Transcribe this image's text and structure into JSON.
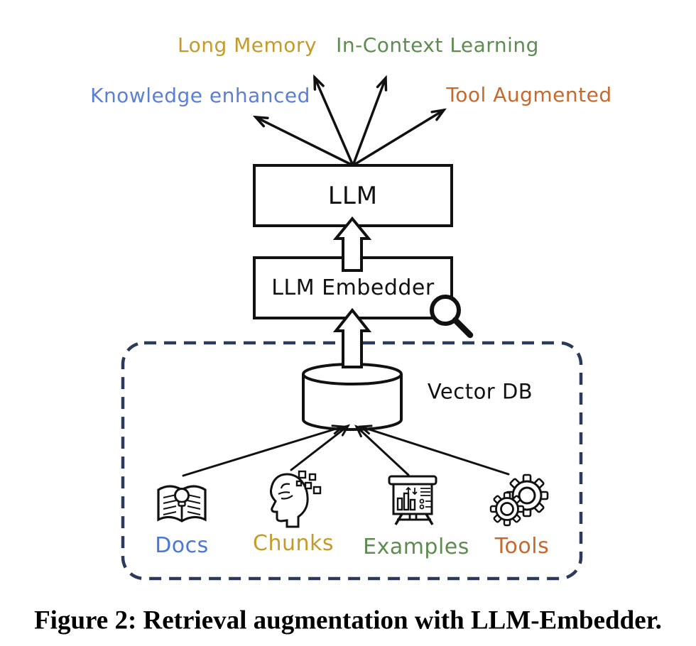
{
  "figure": {
    "top_labels": [
      {
        "text": "Long Memory",
        "color": "#C49B2A"
      },
      {
        "text": "In-Context Learning",
        "color": "#5E8C50"
      },
      {
        "text": "Knowledge enhanced",
        "color": "#5C7FD6"
      },
      {
        "text": "Tool Augmented",
        "color": "#C7682C"
      }
    ],
    "llm_box_label": "LLM",
    "embedder_box_label": "LLM Embedder",
    "vector_db_label": "Vector DB",
    "sources": [
      {
        "label": "Docs",
        "color": "#4B78D8",
        "icon": "book-lightbulb-icon"
      },
      {
        "label": "Chunks",
        "color": "#C49B2A",
        "icon": "head-chunks-icon"
      },
      {
        "label": "Examples",
        "color": "#5E8C50",
        "icon": "presentation-chart-icon"
      },
      {
        "label": "Tools",
        "color": "#C7682C",
        "icon": "gears-icon"
      }
    ],
    "caption": "Figure 2: Retrieval augmentation with LLM-Embedder."
  },
  "colors": {
    "ink": "#111111",
    "dashed_container": "#2B3A5A",
    "background": "#ffffff"
  }
}
